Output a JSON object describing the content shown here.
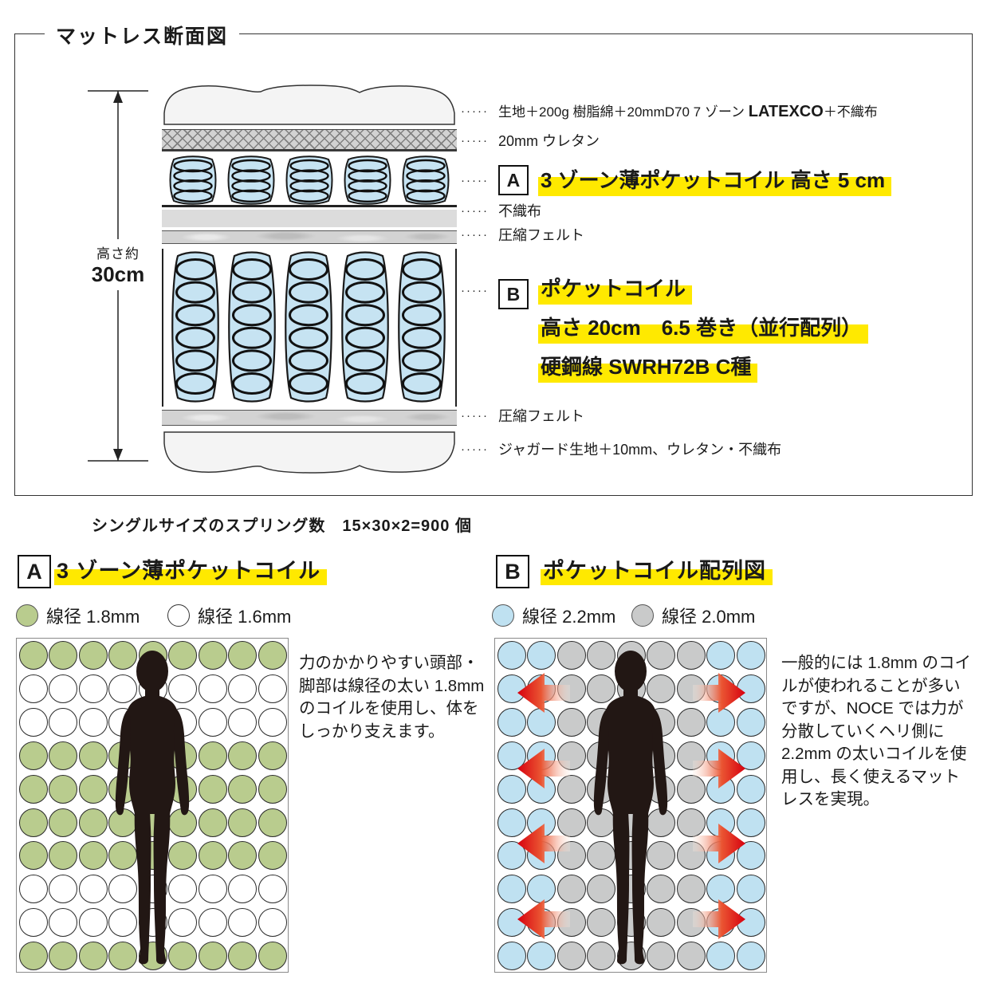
{
  "colors": {
    "highlight": "#ffe900",
    "green": "#b9cc8e",
    "white": "#ffffff",
    "blue": "#bfe1f1",
    "gray": "#c9caca",
    "coil_blue": "#c6e3f2",
    "silhouette": "#221714",
    "arrow_red": "#d7000f"
  },
  "diagram": {
    "title": "マットレス断面図",
    "leader_dots": "·····",
    "height_note": "高さ約",
    "height_value": "30cm",
    "labels": {
      "layer1_pre": "生地＋200g 樹脂綿＋20mmD70 7 ゾーン",
      "layer1_brand": "LATEXCO",
      "layer1_post": "＋不織布",
      "layer2": "20mm ウレタン",
      "tag_a": "A",
      "layer3": "3 ゾーン薄ポケットコイル 高さ 5 cm",
      "layer4": "不織布",
      "layer5": "圧縮フェルト",
      "tag_b": "B",
      "layer6_line1": "ポケットコイル",
      "layer6_line2": "高さ 20cm　6.5 巻き（並行配列）",
      "layer6_line3": "硬鋼線 SWRH72B C種",
      "layer7": "圧縮フェルト",
      "layer8": "ジャガード生地＋10mm、ウレタン・不織布"
    }
  },
  "spring_count": "シングルサイズのスプリング数　15×30×2=900 個",
  "section_a": {
    "tag": "A",
    "title": "3 ゾーン薄ポケットコイル",
    "legend1": "線径 1.8mm",
    "legend2": "線径 1.6mm",
    "desc": [
      "力のかかりやすい頭部・",
      "脚部は線径の太い 1.8mm",
      "のコイルを使用し、体を",
      "しっかり支えます。"
    ]
  },
  "section_b": {
    "tag": "B",
    "title": "ポケットコイル配列図",
    "legend1": "線径 2.2mm",
    "legend2": "線径 2.0mm",
    "desc": [
      "一般的には 1.8mm のコイ",
      "ルが使われることが多い",
      "ですが、NOCE では力が",
      "分散していくヘリ側に",
      "2.2mm の太いコイルを使",
      "用し、長く使えるマット",
      "レスを実現。"
    ]
  },
  "grid_a": {
    "rows": 10,
    "cols": 9,
    "row_colors": [
      "green",
      "white",
      "white",
      "green",
      "green",
      "green",
      "green",
      "white",
      "white",
      "green"
    ]
  },
  "grid_b": {
    "rows": 10,
    "cols": 9,
    "blue_cols": [
      0,
      1,
      7,
      8
    ],
    "arrow_centers_y": [
      68,
      163,
      257,
      352
    ]
  }
}
